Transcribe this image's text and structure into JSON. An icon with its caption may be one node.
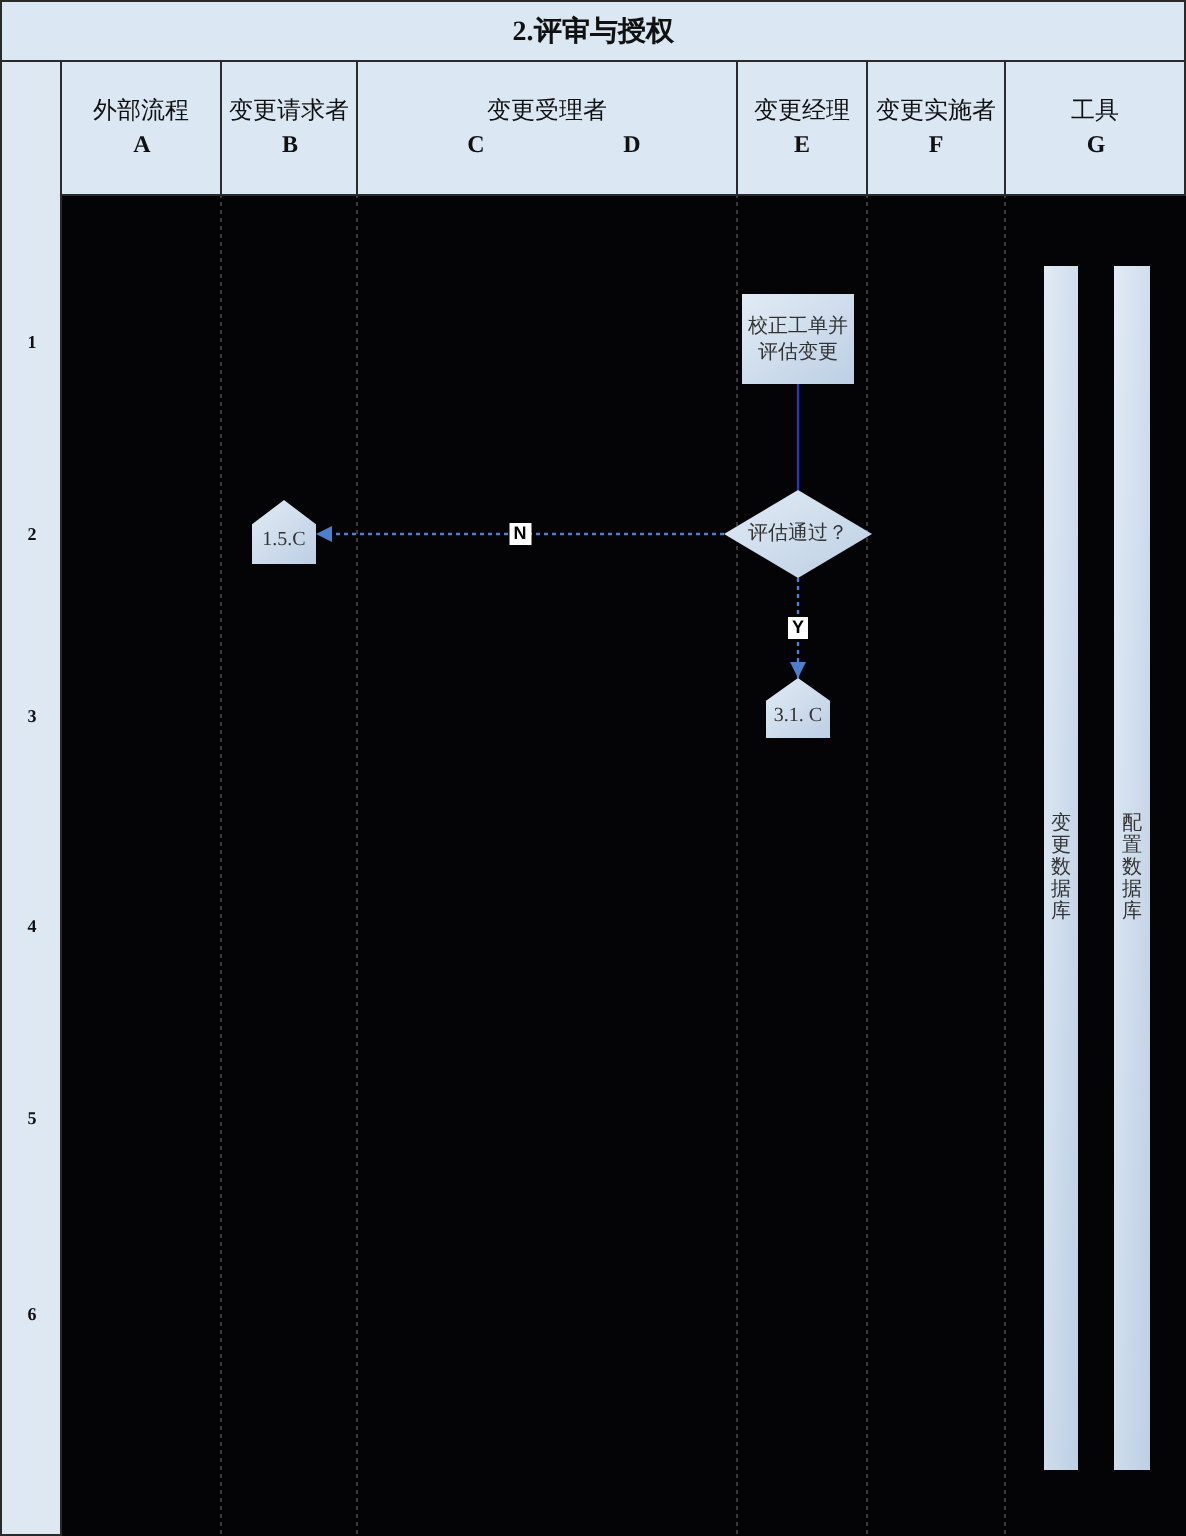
{
  "diagram": {
    "title": "2.评审与授权",
    "nodes": [
      {
        "text": [
          "校正工单并评估变更"
        ]
      },
      {
        "text": [
          "评估通过？"
        ]
      },
      {
        "text": [
          "1.5.C"
        ]
      },
      {
        "text": [
          "3.1. C"
        ]
      },
      {
        "text": [
          "变更数据库"
        ]
      },
      {
        "text": [
          "配置数据库"
        ]
      }
    ],
    "edges": [
      {
        "from": 0,
        "to": 1,
        "arrow": "none",
        "color": "#2536b8"
      },
      {
        "from": 1,
        "to": 2,
        "arrow": "to",
        "label": "N",
        "style": "dashed"
      },
      {
        "from": 1,
        "to": 3,
        "arrow": "to",
        "label": "Y",
        "style": "dashed"
      }
    ],
    "labels": [
      "外部流程",
      "变更请求者",
      "变更受理者",
      "变更经理",
      "变更实施者",
      "工具",
      "A",
      "B",
      "C",
      "D",
      "E",
      "F",
      "G",
      "1",
      "2",
      "3",
      "4",
      "5",
      "6"
    ]
  }
}
